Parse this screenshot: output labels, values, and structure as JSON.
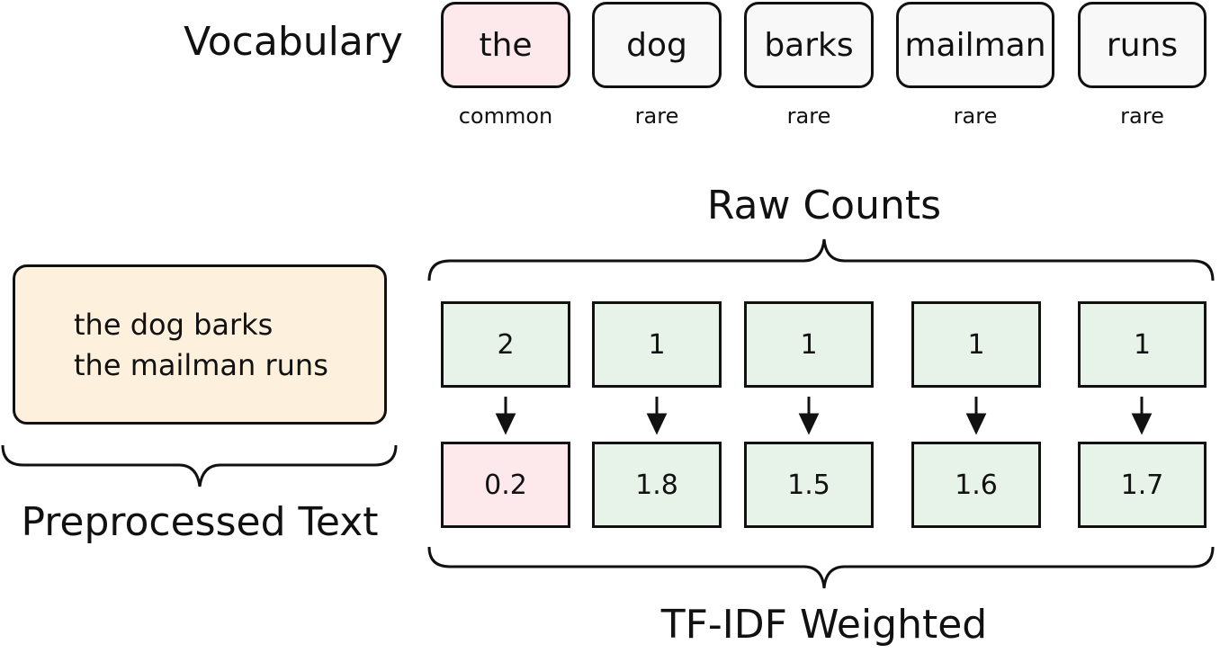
{
  "vocabulary": {
    "title": "Vocabulary",
    "words": [
      {
        "word": "the",
        "frequency": "common"
      },
      {
        "word": "dog",
        "frequency": "rare"
      },
      {
        "word": "barks",
        "frequency": "rare"
      },
      {
        "word": "mailman",
        "frequency": "rare"
      },
      {
        "word": "runs",
        "frequency": "rare"
      }
    ]
  },
  "preprocessed_text": {
    "title": "Preprocessed Text",
    "lines": [
      "the dog barks",
      "the mailman runs"
    ]
  },
  "raw_counts": {
    "title": "Raw Counts",
    "values": [
      "2",
      "1",
      "1",
      "1",
      "1"
    ]
  },
  "tfidf": {
    "title": "TF-IDF Weighted",
    "values": [
      "0.2",
      "1.8",
      "1.5",
      "1.6",
      "1.7"
    ]
  },
  "colors": {
    "common": "#fde8ec",
    "rare": "#f8f8f8",
    "count": "#e7f3e8",
    "text_box": "#fdf0dc",
    "stroke": "#111111"
  }
}
